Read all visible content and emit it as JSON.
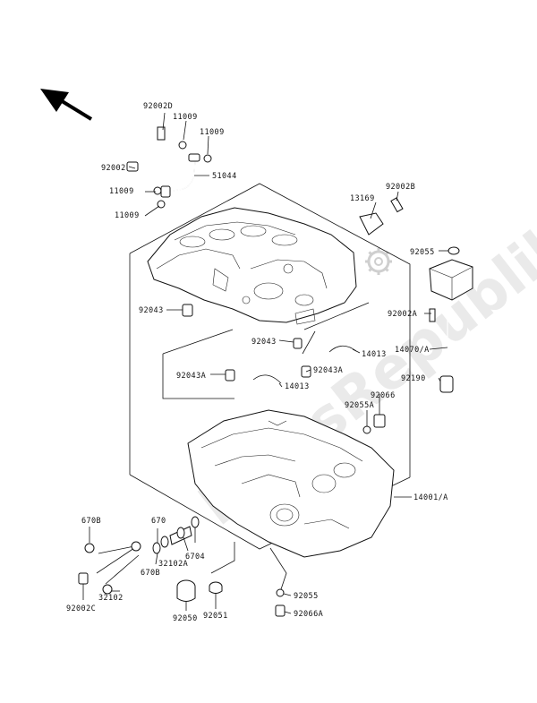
{
  "watermark": {
    "text": "PartsRepublik"
  },
  "labels": {
    "l_92002d": "92002D",
    "l_11009a": "11009",
    "l_11009b": "11009",
    "l_92002": "92002",
    "l_51044": "51044",
    "l_11009c": "11009",
    "l_11009d": "11009",
    "l_13169": "13169",
    "l_92002b": "92002B",
    "l_92055a": "92055",
    "l_92043a": "92043",
    "l_92002a": "92002A",
    "l_92043b": "92043",
    "l_14013a": "14013",
    "l_14070a": "14070/A",
    "l_92043a2": "92043A",
    "l_92043a3": "92043A",
    "l_14013b": "14013",
    "l_92190": "92190",
    "l_92066": "92066",
    "l_92055a2": "92055A",
    "l_14001a": "14001/A",
    "l_670a": "670B",
    "l_670": "670",
    "l_32102a": "32102A",
    "l_6704": "6704",
    "l_670b": "670B",
    "l_32102": "32102",
    "l_92002c": "92002C",
    "l_92050": "92050",
    "l_92051": "92051",
    "l_92055b": "92055",
    "l_92066a": "92066A"
  },
  "icons": {
    "direction_arrow": "front-direction-arrow-icon",
    "gear_logo": "gear-icon"
  },
  "colors": {
    "line": "#111111",
    "watermark": "#d9d9d9"
  }
}
